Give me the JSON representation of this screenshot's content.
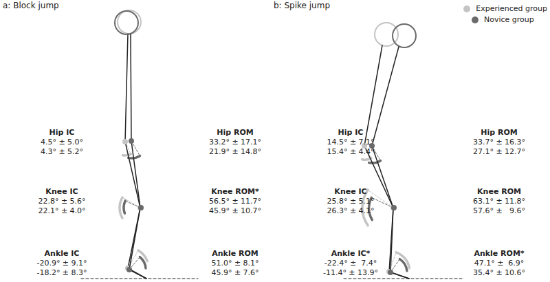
{
  "diagram": {
    "labels": [
      "a: Block jump",
      "b: Spike jump",
      "Hip IC",
      "4.5° ± 5.0°",
      "4.3° ± 5.2°",
      "Hip ROM",
      "33.2° ± 17.1°",
      "21.9° ± 14.8°",
      "Knee IC",
      "22.8° ± 5.6°",
      "22.1° ± 4.0°",
      "Knee ROM*",
      "56.5° ± 11.7°",
      "45.9° ± 10.7°",
      "Ankle IC",
      "-20.9° ± 9.1°",
      "-18.2° ± 8.3°",
      "Ankle ROM",
      "51.0° ± 8.1°",
      "45.9° ± 7.6°",
      "Hip IC",
      "14.5° ± 7.1°",
      "15.4° ± 4.4°",
      "Hip ROM",
      "33.7° ± 16.3°",
      "27.1° ± 12.7°",
      "Knee IC",
      "25.8° ± 5.1°",
      "26.3° ± 4.1°",
      "Knee ROM",
      "63.1° ± 11.8°",
      "57.6° ±   9.6°",
      "Ankle IC*",
      "-22.4° ±  7.4°",
      "-11.4° ± 13.9°",
      "Ankle ROM*",
      "47.1° ±  6.9°",
      "35.4° ± 10.6°"
    ],
    "legend": [
      {
        "text": "Experienced group",
        "color": "#c4c4c4"
      },
      {
        "text": "Novice group",
        "color": "#6a6a6a"
      }
    ]
  }
}
